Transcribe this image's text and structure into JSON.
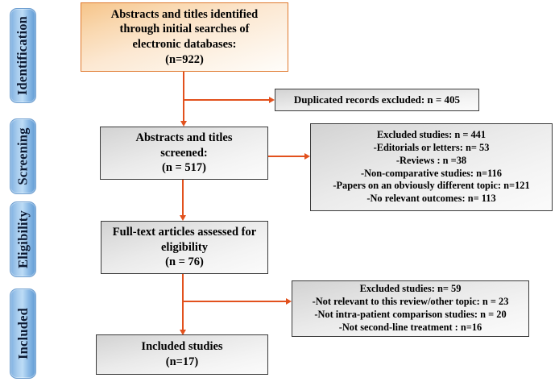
{
  "diagram": {
    "type": "prisma-flow-diagram",
    "accent_arrow_color": "#e2511d",
    "stage_badge_color": "#8dbbe6",
    "identification_box_color": "#f6c489",
    "process_box_color": "#e6e6e6"
  },
  "stages": [
    {
      "id": "identification",
      "label": "Identification"
    },
    {
      "id": "screening",
      "label": "Screening"
    },
    {
      "id": "eligibility",
      "label": "Eligibility"
    },
    {
      "id": "included",
      "label": "Included"
    }
  ],
  "boxes": {
    "identified": {
      "lines": [
        "Abstracts and titles identified",
        "through initial searches of",
        "electronic databases:",
        "(n=922)"
      ],
      "count": 922
    },
    "duplicates_excluded": {
      "lines": [
        "Duplicated records excluded: n = 405"
      ],
      "count": 405
    },
    "screened": {
      "lines": [
        "Abstracts and titles",
        "screened:",
        "(n = 517)"
      ],
      "count": 517
    },
    "excluded_screening": {
      "lines": [
        "Excluded studies: n = 441",
        "-Editorials or letters: n= 53",
        "-Reviews : n =38",
        "-Non-comparative studies: n=116",
        "-Papers on an obviously different topic: n=121",
        "-No relevant outcomes: n= 113"
      ],
      "total": 441,
      "reasons": [
        {
          "label": "Editorials or letters",
          "n": 53
        },
        {
          "label": "Reviews",
          "n": 38
        },
        {
          "label": "Non-comparative studies",
          "n": 116
        },
        {
          "label": "Papers on an obviously different topic",
          "n": 121
        },
        {
          "label": "No relevant outcomes",
          "n": 113
        }
      ]
    },
    "fulltext_assessed": {
      "lines": [
        "Full-text articles assessed for",
        "eligibility",
        "(n = 76)"
      ],
      "count": 76
    },
    "excluded_eligibility": {
      "lines": [
        "Excluded studies: n= 59",
        "-Not relevant to this review/other topic: n = 23",
        "-Not intra-patient comparison studies: n = 20",
        "-Not second-line treatment : n=16"
      ],
      "total": 59,
      "reasons": [
        {
          "label": "Not relevant to this review/other topic",
          "n": 23
        },
        {
          "label": "Not intra-patient comparison studies",
          "n": 20
        },
        {
          "label": "Not second-line treatment",
          "n": 16
        }
      ]
    },
    "included_studies": {
      "lines": [
        "Included studies",
        "(n=17)"
      ],
      "count": 17
    }
  }
}
